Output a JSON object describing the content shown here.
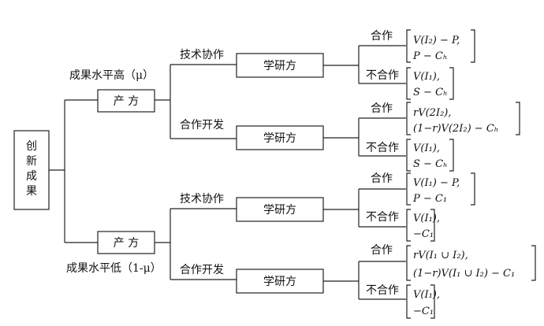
{
  "root": {
    "label": [
      "创",
      "新",
      "成",
      "果"
    ]
  },
  "branches": [
    {
      "condition": "成果水平高（μ）",
      "node": "产  方",
      "options": [
        {
          "label": "技术协作",
          "node": "学研方",
          "outcomes": [
            {
              "label": "合作",
              "payoff": [
                "V(I₂) − P,",
                "P − Cₕ"
              ]
            },
            {
              "label": "不合作",
              "payoff": [
                "V(I₁),",
                "S − Cₕ"
              ]
            }
          ]
        },
        {
          "label": "合作开发",
          "node": "学研方",
          "outcomes": [
            {
              "label": "合作",
              "payoff": [
                "rV(2I₂),",
                "(1−r)V(2I₂) − Cₕ"
              ]
            },
            {
              "label": "不合作",
              "payoff": [
                "V(I₁),",
                "S − Cₕ"
              ]
            }
          ]
        }
      ]
    },
    {
      "condition": "成果水平低（1-μ）",
      "node": "产  方",
      "options": [
        {
          "label": "技术协作",
          "node": "学研方",
          "outcomes": [
            {
              "label": "合作",
              "payoff": [
                "V(I₁) − P,",
                "P − C₁"
              ]
            },
            {
              "label": "不合作",
              "payoff": [
                "V(I₁),",
                "−C₁"
              ]
            }
          ]
        },
        {
          "label": "合作开发",
          "node": "学研方",
          "outcomes": [
            {
              "label": "合作",
              "payoff": [
                "rV(I₁ ∪ I₂),",
                "(1−r)V(I₁ ∪ I₂) − C₁"
              ]
            },
            {
              "label": "不合作",
              "payoff": [
                "V(I₁),",
                "−C₁"
              ]
            }
          ]
        }
      ]
    }
  ]
}
